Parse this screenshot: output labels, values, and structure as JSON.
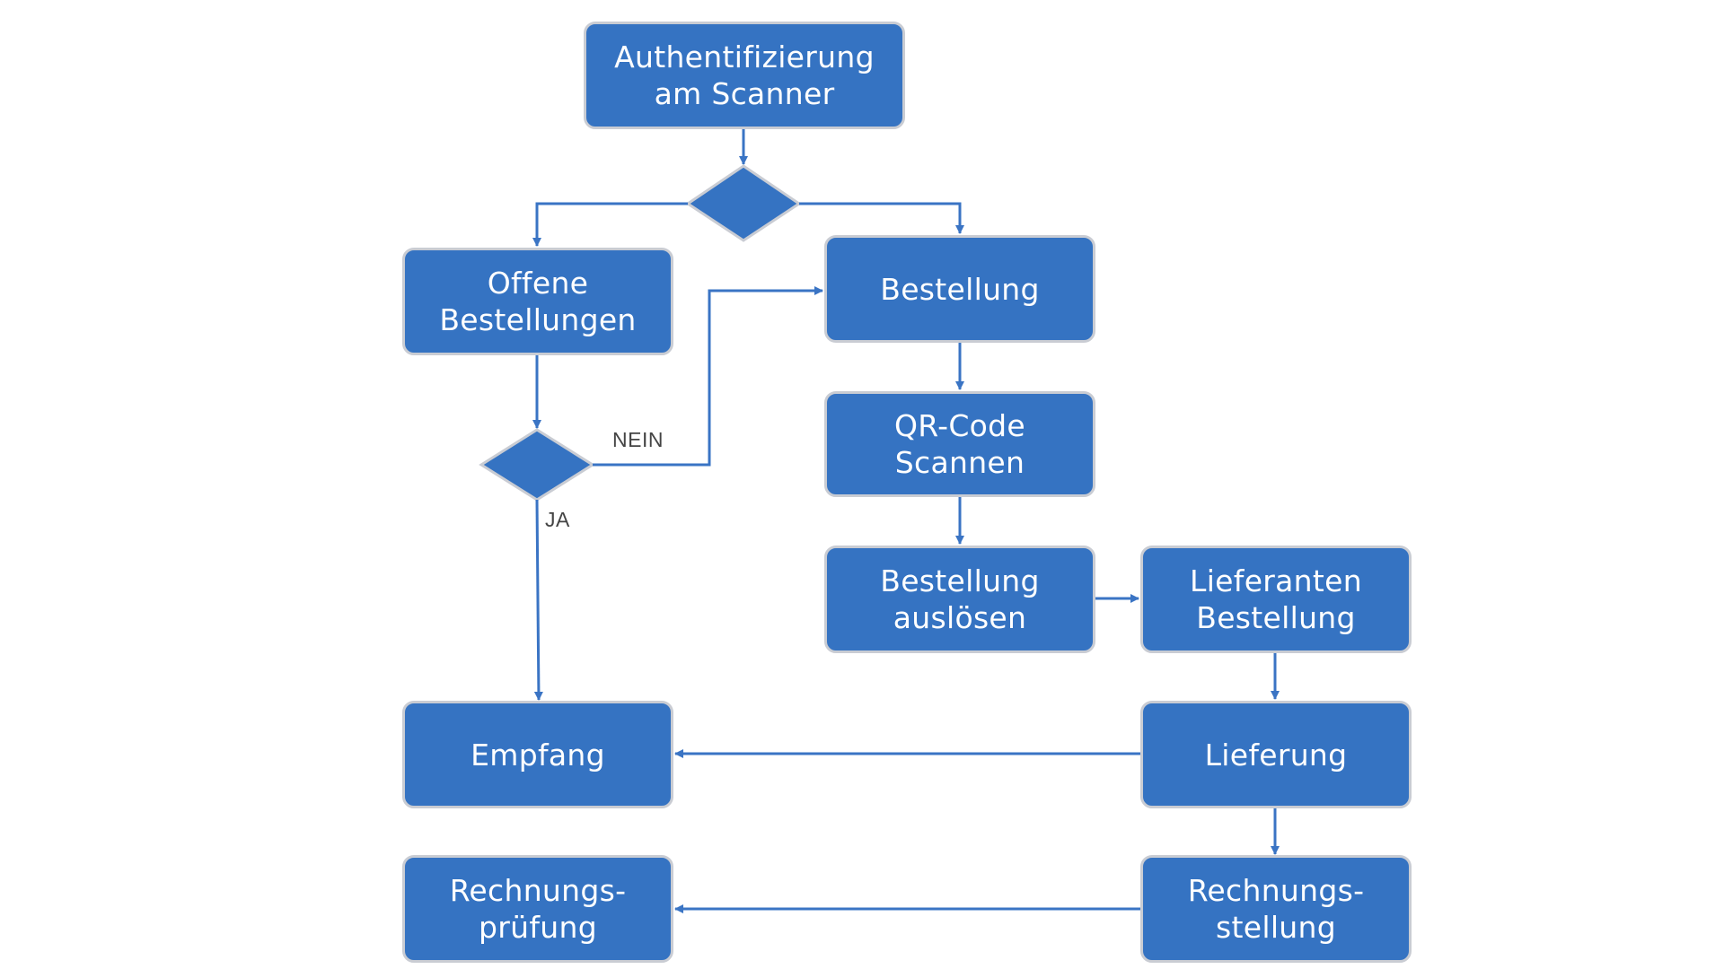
{
  "nodes": {
    "auth": {
      "line1": "Authentifizierung",
      "line2": "am Scanner"
    },
    "offene": {
      "line1": "Offene",
      "line2": "Bestellungen"
    },
    "bestellung": {
      "line1": "Bestellung"
    },
    "qr": {
      "line1": "QR-Code",
      "line2": "Scannen"
    },
    "ausloesen": {
      "line1": "Bestellung",
      "line2": "auslösen"
    },
    "lieferanten": {
      "line1": "Lieferanten",
      "line2": "Bestellung"
    },
    "empfang": {
      "line1": "Empfang"
    },
    "lieferung": {
      "line1": "Lieferung"
    },
    "rpruefung": {
      "line1": "Rechnungs-",
      "line2": "prüfung"
    },
    "rstellung": {
      "line1": "Rechnungs-",
      "line2": "stellung"
    }
  },
  "edge_labels": {
    "nein": "NEIN",
    "ja": "JA"
  },
  "colors": {
    "node_fill": "#3573c2",
    "node_border": "#c9ccd3",
    "connector": "#3a74c4",
    "label_text": "#444444"
  }
}
